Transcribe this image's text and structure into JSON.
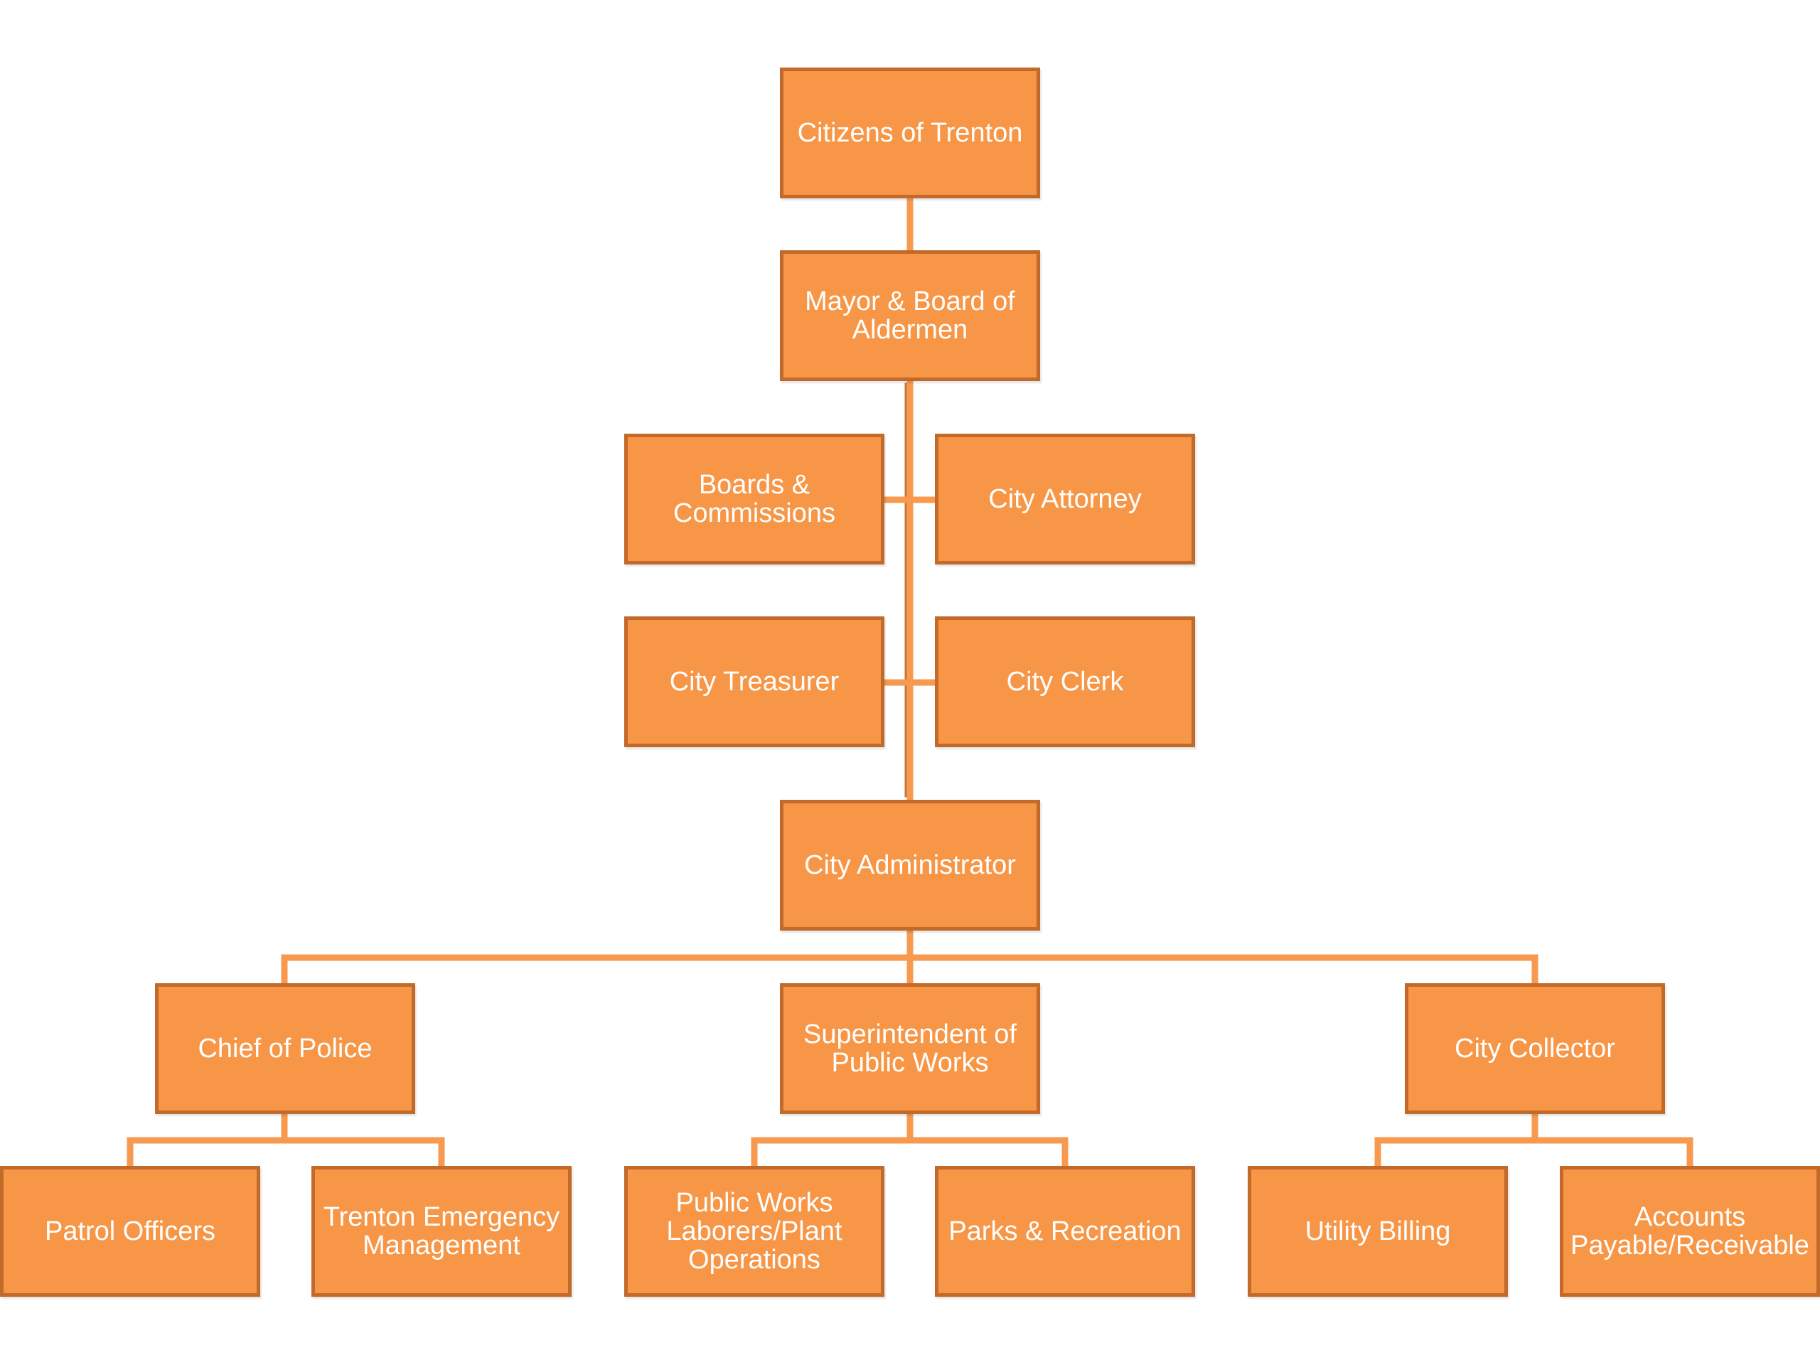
{
  "org_chart": {
    "nodes": {
      "citizens": "Citizens of Trenton",
      "mayor": "Mayor & Board of\nAldermen",
      "boards": "Boards &\nCommissions",
      "attorney": "City Attorney",
      "treasurer": "City Treasurer",
      "clerk": "City Clerk",
      "administrator": "City Administrator",
      "police": "Chief of Police",
      "public_works": "Superintendent of\nPublic Works",
      "collector": "City Collector",
      "patrol": "Patrol Officers",
      "emergency": "Trenton Emergency\nManagement",
      "laborers": "Public Works\nLaborers/Plant\nOperations",
      "parks": "Parks & Recreation",
      "billing": "Utility Billing",
      "accounts": "Accounts\nPayable/Receivable"
    },
    "colors": {
      "box_fill": "#f79646",
      "box_border": "#c26a2a",
      "connector": "#f79a4f",
      "text": "#ffffff"
    }
  }
}
